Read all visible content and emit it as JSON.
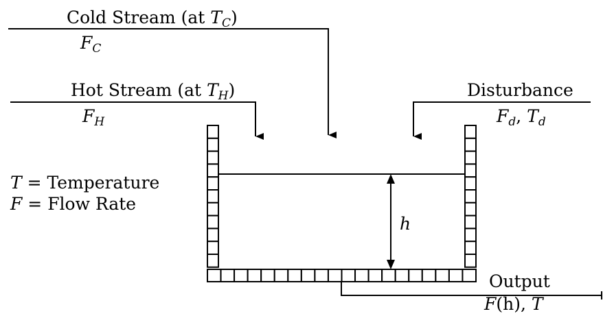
{
  "cold_stream": {
    "name": "Cold Stream (at ",
    "temp_var": "T",
    "temp_sub": "C",
    "close": ")",
    "flow_var": "F",
    "flow_sub": "C"
  },
  "hot_stream": {
    "name": "Hot Stream (at ",
    "temp_var": "T",
    "temp_sub": "H",
    "close": ")",
    "flow_var": "F",
    "flow_sub": "H"
  },
  "disturbance": {
    "name": "Disturbance",
    "flow_var": "F",
    "flow_sub": "d",
    "sep": ", ",
    "temp_var": "T",
    "temp_sub": "d"
  },
  "legend": {
    "temperature": {
      "var": "T",
      "eq": " = Temperature"
    },
    "flow": {
      "var": "F",
      "eq": " = Flow Rate"
    }
  },
  "level": {
    "var": "h"
  },
  "output": {
    "name": "Output",
    "flow_var": "F",
    "flow_arg": "(h), ",
    "temp_var": "T"
  }
}
